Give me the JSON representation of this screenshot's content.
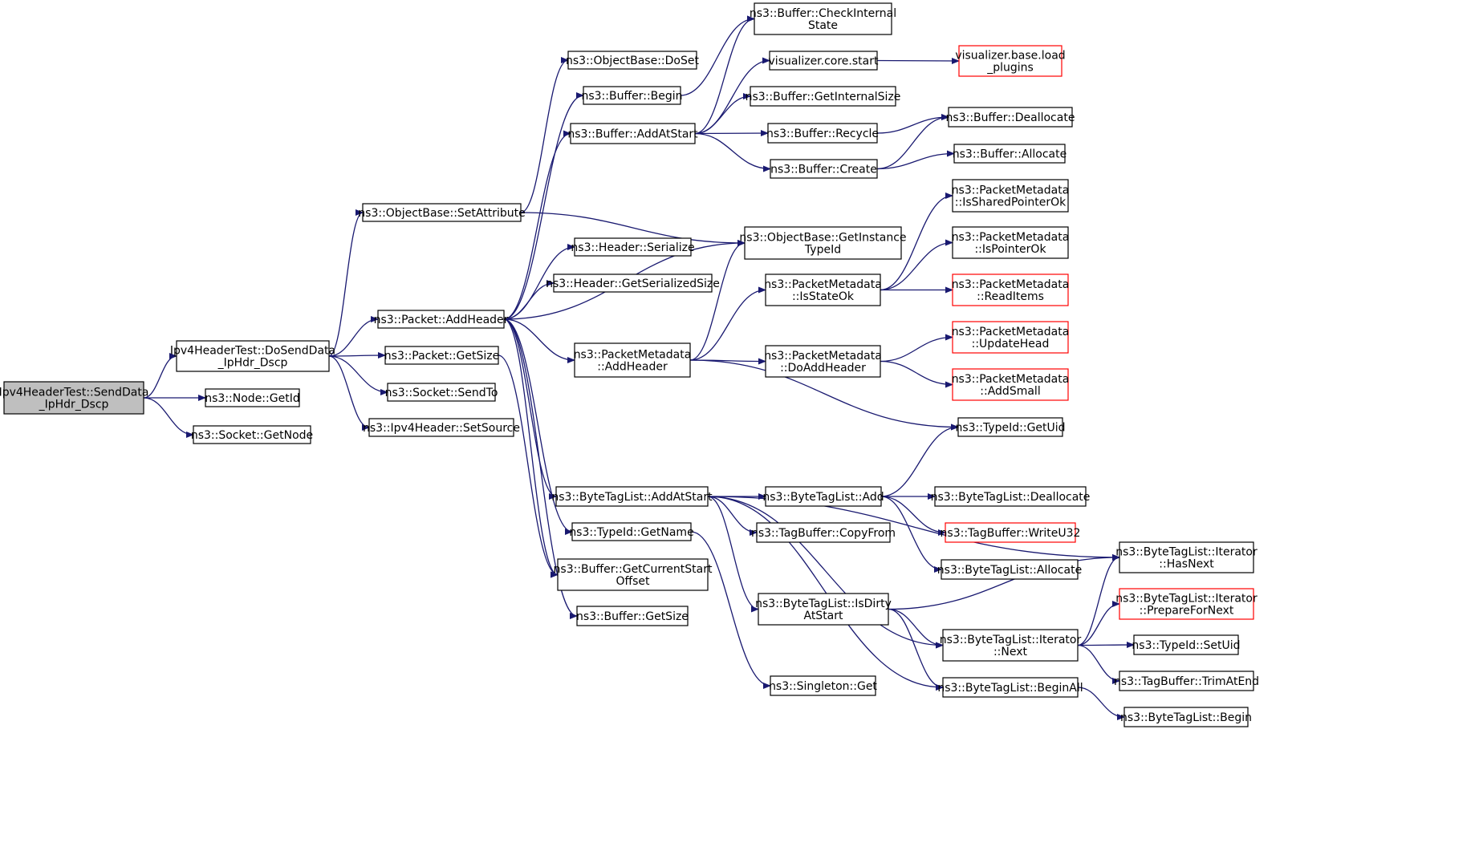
{
  "graph": {
    "colors": {
      "edge": "#191970",
      "node_border": "#000000",
      "truncated_border": "#ff0000",
      "root_fill": "#bfbfbf"
    },
    "nodes": [
      {
        "id": "root",
        "lines": [
          "Ipv4HeaderTest::SendData",
          "_IpHdr_Dscp"
        ],
        "kind": "root"
      },
      {
        "id": "dosend",
        "lines": [
          "Ipv4HeaderTest::DoSendData",
          "_IpHdr_Dscp"
        ]
      },
      {
        "id": "nodegetid",
        "lines": [
          "ns3::Node::GetId"
        ]
      },
      {
        "id": "socketgetnode",
        "lines": [
          "ns3::Socket::GetNode"
        ]
      },
      {
        "id": "setattr",
        "lines": [
          "ns3::ObjectBase::SetAttribute"
        ]
      },
      {
        "id": "addheader",
        "lines": [
          "ns3::Packet::AddHeader"
        ]
      },
      {
        "id": "pktgetsize",
        "lines": [
          "ns3::Packet::GetSize"
        ]
      },
      {
        "id": "sendto",
        "lines": [
          "ns3::Socket::SendTo"
        ]
      },
      {
        "id": "setsource",
        "lines": [
          "ns3::Ipv4Header::SetSource"
        ]
      },
      {
        "id": "doset",
        "lines": [
          "ns3::ObjectBase::DoSet"
        ]
      },
      {
        "id": "bufbegin",
        "lines": [
          "ns3::Buffer::Begin"
        ]
      },
      {
        "id": "addatstart",
        "lines": [
          "ns3::Buffer::AddAtStart"
        ]
      },
      {
        "id": "hdrser",
        "lines": [
          "ns3::Header::Serialize"
        ]
      },
      {
        "id": "hdrsersize",
        "lines": [
          "ns3::Header::GetSerializedSize"
        ]
      },
      {
        "id": "pmaddheader",
        "lines": [
          "ns3::PacketMetadata",
          "::AddHeader"
        ]
      },
      {
        "id": "btladdatstart",
        "lines": [
          "ns3::ByteTagList::AddAtStart"
        ]
      },
      {
        "id": "tidgetname",
        "lines": [
          "ns3::TypeId::GetName"
        ]
      },
      {
        "id": "bufcso",
        "lines": [
          "ns3::Buffer::GetCurrentStart",
          "Offset"
        ]
      },
      {
        "id": "bufgetsize",
        "lines": [
          "ns3::Buffer::GetSize"
        ]
      },
      {
        "id": "checkis",
        "lines": [
          "ns3::Buffer::CheckInternal",
          "State"
        ]
      },
      {
        "id": "vizstart",
        "lines": [
          "visualizer.core.start"
        ]
      },
      {
        "id": "getintsize",
        "lines": [
          "ns3::Buffer::GetInternalSize"
        ]
      },
      {
        "id": "recycle",
        "lines": [
          "ns3::Buffer::Recycle"
        ]
      },
      {
        "id": "bufcreate",
        "lines": [
          "ns3::Buffer::Create"
        ]
      },
      {
        "id": "getinsttid",
        "lines": [
          "ns3::ObjectBase::GetInstance",
          "TypeId"
        ]
      },
      {
        "id": "pmisstateok",
        "lines": [
          "ns3::PacketMetadata",
          "::IsStateOk"
        ]
      },
      {
        "id": "pmdoaddheader",
        "lines": [
          "ns3::PacketMetadata",
          "::DoAddHeader"
        ]
      },
      {
        "id": "btladd",
        "lines": [
          "ns3::ByteTagList::Add"
        ]
      },
      {
        "id": "tbcopyfrom",
        "lines": [
          "ns3::TagBuffer::CopyFrom"
        ]
      },
      {
        "id": "btlisdirty",
        "lines": [
          "ns3::ByteTagList::IsDirty",
          "AtStart"
        ]
      },
      {
        "id": "singleton",
        "lines": [
          "ns3::Singleton::Get"
        ]
      },
      {
        "id": "vizload",
        "lines": [
          "visualizer.base.load",
          "_plugins"
        ],
        "kind": "truncated"
      },
      {
        "id": "bufdealloc",
        "lines": [
          "ns3::Buffer::Deallocate"
        ]
      },
      {
        "id": "bufalloc",
        "lines": [
          "ns3::Buffer::Allocate"
        ]
      },
      {
        "id": "pmshared",
        "lines": [
          "ns3::PacketMetadata",
          "::IsSharedPointerOk"
        ]
      },
      {
        "id": "pmptrok",
        "lines": [
          "ns3::PacketMetadata",
          "::IsPointerOk"
        ]
      },
      {
        "id": "pmread",
        "lines": [
          "ns3::PacketMetadata",
          "::ReadItems"
        ],
        "kind": "truncated"
      },
      {
        "id": "pmupdhead",
        "lines": [
          "ns3::PacketMetadata",
          "::UpdateHead"
        ],
        "kind": "truncated"
      },
      {
        "id": "pmaddsmall",
        "lines": [
          "ns3::PacketMetadata",
          "::AddSmall"
        ],
        "kind": "truncated"
      },
      {
        "id": "tidgetuid",
        "lines": [
          "ns3::TypeId::GetUid"
        ]
      },
      {
        "id": "btldealloc",
        "lines": [
          "ns3::ByteTagList::Deallocate"
        ]
      },
      {
        "id": "tbwrite",
        "lines": [
          "ns3::TagBuffer::WriteU32"
        ],
        "kind": "truncated"
      },
      {
        "id": "btlalloc",
        "lines": [
          "ns3::ByteTagList::Allocate"
        ]
      },
      {
        "id": "itnext",
        "lines": [
          "ns3::ByteTagList::Iterator",
          "::Next"
        ]
      },
      {
        "id": "btlbeginall",
        "lines": [
          "ns3::ByteTagList::BeginAll"
        ]
      },
      {
        "id": "ithasnext",
        "lines": [
          "ns3::ByteTagList::Iterator",
          "::HasNext"
        ]
      },
      {
        "id": "itprep",
        "lines": [
          "ns3::ByteTagList::Iterator",
          "::PrepareForNext"
        ],
        "kind": "truncated"
      },
      {
        "id": "tidsetuid",
        "lines": [
          "ns3::TypeId::SetUid"
        ]
      },
      {
        "id": "tbtrim",
        "lines": [
          "ns3::TagBuffer::TrimAtEnd"
        ]
      },
      {
        "id": "btlbegin",
        "lines": [
          "ns3::ByteTagList::Begin"
        ]
      }
    ],
    "edges": [
      [
        "root",
        "dosend"
      ],
      [
        "root",
        "nodegetid"
      ],
      [
        "root",
        "socketgetnode"
      ],
      [
        "dosend",
        "setattr"
      ],
      [
        "dosend",
        "addheader"
      ],
      [
        "dosend",
        "pktgetsize"
      ],
      [
        "dosend",
        "sendto"
      ],
      [
        "dosend",
        "setsource"
      ],
      [
        "setattr",
        "doset"
      ],
      [
        "setattr",
        "getinsttid"
      ],
      [
        "addheader",
        "bufbegin"
      ],
      [
        "addheader",
        "addatstart"
      ],
      [
        "addheader",
        "hdrser"
      ],
      [
        "addheader",
        "hdrsersize"
      ],
      [
        "addheader",
        "getinsttid"
      ],
      [
        "addheader",
        "pmaddheader"
      ],
      [
        "addheader",
        "btladdatstart"
      ],
      [
        "addheader",
        "tidgetname"
      ],
      [
        "addheader",
        "bufcso"
      ],
      [
        "addheader",
        "bufgetsize"
      ],
      [
        "pktgetsize",
        "bufcso"
      ],
      [
        "bufbegin",
        "checkis"
      ],
      [
        "addatstart",
        "checkis"
      ],
      [
        "addatstart",
        "vizstart"
      ],
      [
        "addatstart",
        "getintsize"
      ],
      [
        "addatstart",
        "recycle"
      ],
      [
        "addatstart",
        "bufcreate"
      ],
      [
        "vizstart",
        "vizload"
      ],
      [
        "recycle",
        "bufdealloc"
      ],
      [
        "bufcreate",
        "bufdealloc"
      ],
      [
        "bufcreate",
        "bufalloc"
      ],
      [
        "pmaddheader",
        "getinsttid"
      ],
      [
        "pmaddheader",
        "pmisstateok"
      ],
      [
        "pmaddheader",
        "pmdoaddheader"
      ],
      [
        "pmaddheader",
        "tidgetuid"
      ],
      [
        "pmisstateok",
        "pmshared"
      ],
      [
        "pmisstateok",
        "pmptrok"
      ],
      [
        "pmisstateok",
        "pmread"
      ],
      [
        "pmdoaddheader",
        "pmupdhead"
      ],
      [
        "pmdoaddheader",
        "pmaddsmall"
      ],
      [
        "btladdatstart",
        "ithasnext"
      ],
      [
        "btladdatstart",
        "btladd"
      ],
      [
        "btladdatstart",
        "tbcopyfrom"
      ],
      [
        "btladdatstart",
        "btlisdirty"
      ],
      [
        "btladdatstart",
        "itnext"
      ],
      [
        "btladdatstart",
        "btlbeginall"
      ],
      [
        "btladd",
        "tidgetuid"
      ],
      [
        "btladd",
        "btldealloc"
      ],
      [
        "btladd",
        "tbwrite"
      ],
      [
        "btladd",
        "btlalloc"
      ],
      [
        "btlisdirty",
        "ithasnext"
      ],
      [
        "btlisdirty",
        "itnext"
      ],
      [
        "btlisdirty",
        "btlbeginall"
      ],
      [
        "tidgetname",
        "singleton"
      ],
      [
        "itnext",
        "ithasnext"
      ],
      [
        "itnext",
        "itprep"
      ],
      [
        "itnext",
        "tidsetuid"
      ],
      [
        "itnext",
        "tbtrim"
      ],
      [
        "btlbeginall",
        "btlbegin"
      ]
    ]
  }
}
